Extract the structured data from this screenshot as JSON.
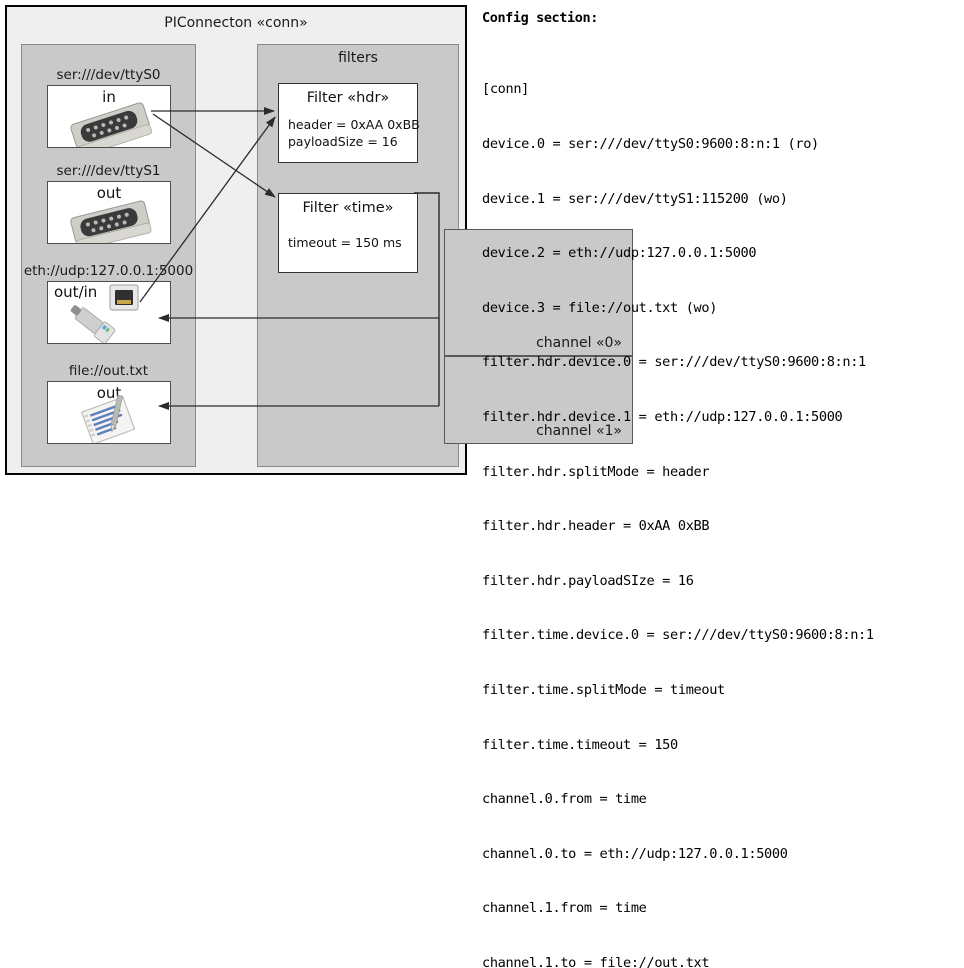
{
  "diagram": {
    "title": "PIConnecton «conn»",
    "devices_panel": {
      "title": "",
      "devices": [
        {
          "label": "ser:///dev/ttyS0",
          "direction": "in",
          "icon": "serial-port-icon"
        },
        {
          "label": "ser:///dev/ttyS1",
          "direction": "out",
          "icon": "serial-port-icon"
        },
        {
          "label": "eth://udp:127.0.0.1:5000",
          "direction": "out/in",
          "icon": "network-jack-icon"
        },
        {
          "label": "file://out.txt",
          "direction": "out",
          "icon": "text-file-icon"
        }
      ]
    },
    "filters_panel": {
      "title": "filters",
      "filters": [
        {
          "title": "Filter «hdr»",
          "attrs": [
            "header = 0xAA 0xBB",
            "payloadSize = 16"
          ]
        },
        {
          "title": "Filter «time»",
          "attrs": [
            "timeout = 150 ms"
          ]
        }
      ],
      "channels": [
        {
          "label": "channel «0»"
        },
        {
          "label": "channel «1»"
        }
      ]
    }
  },
  "config": {
    "heading": "Config section:",
    "lines": [
      "[conn]",
      "device.0 = ser:///dev/ttyS0:9600:8:n:1 (ro)",
      "device.1 = ser:///dev/ttyS1:115200 (wo)",
      "device.2 = eth://udp:127.0.0.1:5000",
      "device.3 = file://out.txt (wo)",
      "filter.hdr.device.0 = ser:///dev/ttyS0:9600:8:n:1",
      "filter.hdr.device.1 = eth://udp:127.0.0.1:5000",
      "filter.hdr.splitMode = header",
      "filter.hdr.header = 0xAA 0xBB",
      "filter.hdr.payloadSIze = 16",
      "filter.time.device.0 = ser:///dev/ttyS0:9600:8:n:1",
      "filter.time.splitMode = timeout",
      "filter.time.timeout = 150",
      "channel.0.from = time",
      "channel.0.to = eth://udp:127.0.0.1:5000",
      "channel.1.from = time",
      "channel.1.to = file://out.txt"
    ]
  },
  "colors": {
    "page_background": "#ffffff",
    "diagram_background": "#efefef",
    "panel_background": "#c9c9c9",
    "card_background": "#ffffff",
    "border": "#000000",
    "arrow": "#2b2b2b"
  }
}
